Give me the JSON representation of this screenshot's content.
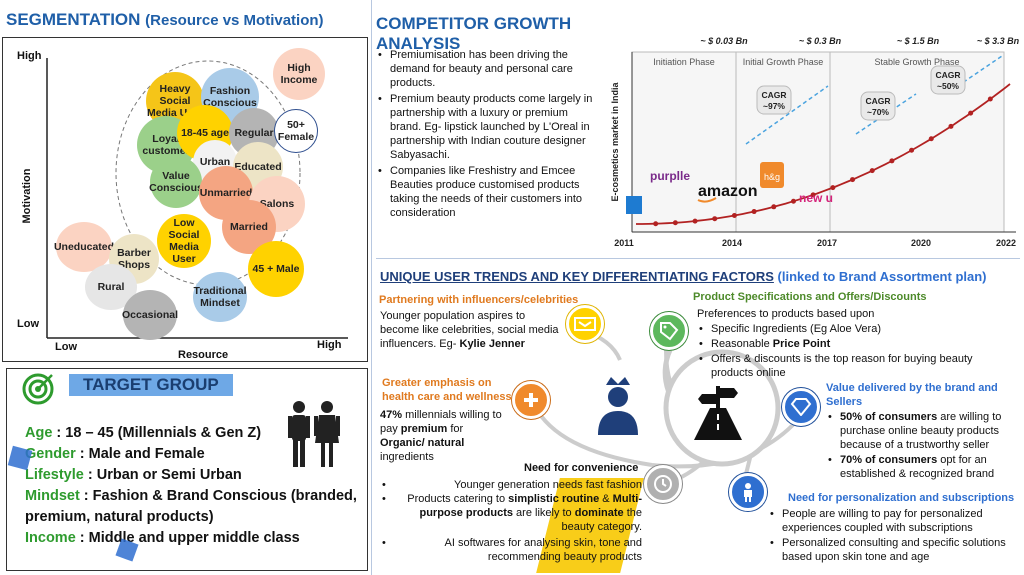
{
  "segmentation": {
    "title": "SEGMENTATION",
    "subtitle": "(Resource vs Motivation)",
    "y_high": "High",
    "y_low": "Low",
    "y_axis": "Motivation",
    "x_low": "Low",
    "x_high": "High",
    "x_axis": "Resource",
    "bubbles": [
      "Heavy Social Media User",
      "Fashion Conscious",
      "High Income",
      "Loyal customer",
      "18-45 age",
      "Regular",
      "50+ Female",
      "Urban",
      "Educated",
      "Value Conscious",
      "Unmarried",
      "Salons",
      "Low Social Media User",
      "Married",
      "Uneducated",
      "Barber Shops",
      "45 + Male",
      "Rural",
      "Traditional Mindset",
      "Occasional"
    ]
  },
  "competitor": {
    "title": "COMPETITOR GROWTH ANALYSIS",
    "bullets": [
      "Premiumisation has been driving the demand for beauty and personal care products.",
      "Premium beauty products come largely in partnership with a luxury or premium brand. Eg- lipstick launched by L'Oreal in partnership with Indian couture designer Sabyasachi.",
      "Companies like Freshistry and Emcee Beauties produce customised products taking the needs of their customers into consideration"
    ]
  },
  "chart_data": {
    "type": "line",
    "ylabel": "E-cosmetics market in India",
    "x_ticks": [
      "2011",
      "2014",
      "2017",
      "2020",
      "2022"
    ],
    "phases": [
      "Initiation Phase",
      "Initial Growth Phase",
      "Stable Growth Phase"
    ],
    "top_values": [
      "~ $ 0.03 Bn",
      "~ $ 0.3 Bn",
      "~ $ 1.5 Bn",
      "~ $ 3.3 Bn"
    ],
    "cagr_labels": [
      {
        "line1": "CAGR",
        "line2": "~97%"
      },
      {
        "line1": "CAGR",
        "line2": "~70%"
      },
      {
        "line1": "CAGR",
        "line2": "~50%"
      }
    ],
    "brands": [
      "purplle",
      "amazon",
      "h&g",
      "new u"
    ]
  },
  "target": {
    "title": "TARGET GROUP",
    "rows": [
      {
        "key": "Age",
        "value": " : 18 – 45 (Millennials & Gen Z)"
      },
      {
        "key": "Gender",
        "value": " : Male and Female"
      },
      {
        "key": "Lifestyle",
        "value": " : Urban or Semi Urban"
      },
      {
        "key": "Mindset",
        "value": " : Fashion & Brand Conscious (branded, premium, natural products)"
      },
      {
        "key": "Income",
        "value": " : Middle and upper middle class"
      }
    ]
  },
  "trends": {
    "title": "UNIQUE USER TRENDS AND KEY DIFFERENTIATING FACTORS",
    "title_suffix": "(linked to Brand Assortment plan)",
    "influencers": {
      "heading": "Partnering with influencers/celebrities",
      "text": "Younger population aspires to become like celebrities, social media influencers. Eg-",
      "name": "Kylie Jenner"
    },
    "health": {
      "heading": "Greater emphasis on health care and wellness",
      "pct": "47%",
      "t1": " millennials  willing to pay ",
      "premium": "premium",
      "t2": " for ",
      "organic": "Organic/ natural",
      "t3": " ingredients"
    },
    "convenience": {
      "heading": "Need for convenience",
      "b1": "Younger generation needs fast fashion",
      "b2a": "Products catering to ",
      "b2b": "simplistic routine",
      "b2c": " & ",
      "b2d": "Multi-purpose products",
      "b2e": " are likely to ",
      "b2f": "dominate",
      "b2g": " the beauty category.",
      "b3": "AI softwares for analysing skin, tone and recommending beauty products"
    },
    "specs": {
      "heading": "Product Specifications and Offers/Discounts",
      "intro": "Preferences to products based upon",
      "b1": "Specific Ingredients (Eg Aloe Vera)",
      "b2a": "Reasonable ",
      "b2b": "Price Point",
      "b3": "Offers & discounts is the top reason for buying beauty products online"
    },
    "value": {
      "heading": "Value delivered by the brand and Sellers",
      "b1a": "50% of consumers",
      "b1b": " are willing to purchase online beauty products because of a trustworthy seller",
      "b2a": "70% of consumers",
      "b2b": " opt for an established & recognized brand"
    },
    "personal": {
      "heading": "Need for personalization and subscriptions",
      "b1": "People are willing to pay for personalized experiences coupled with subscriptions",
      "b2": "Personalized consulting and specific solutions based upon skin tone and age"
    }
  }
}
